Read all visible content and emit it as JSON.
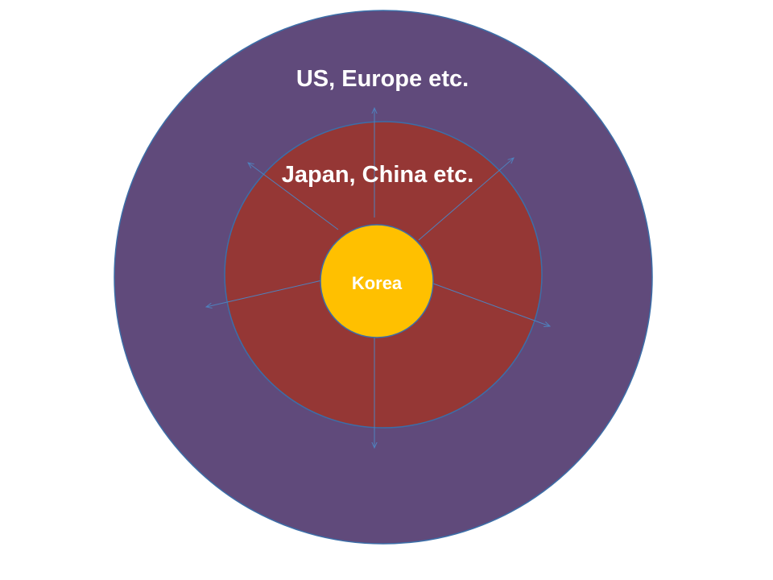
{
  "diagram": {
    "outer_label": "US, Europe etc.",
    "middle_label": "Japan, China etc.",
    "inner_label": "Korea"
  },
  "colors": {
    "outer_fill": "#604A7B",
    "middle_fill": "#953735",
    "inner_fill": "#FFC000",
    "stroke": "#3C6EA8",
    "text": "#FFFFFF"
  }
}
